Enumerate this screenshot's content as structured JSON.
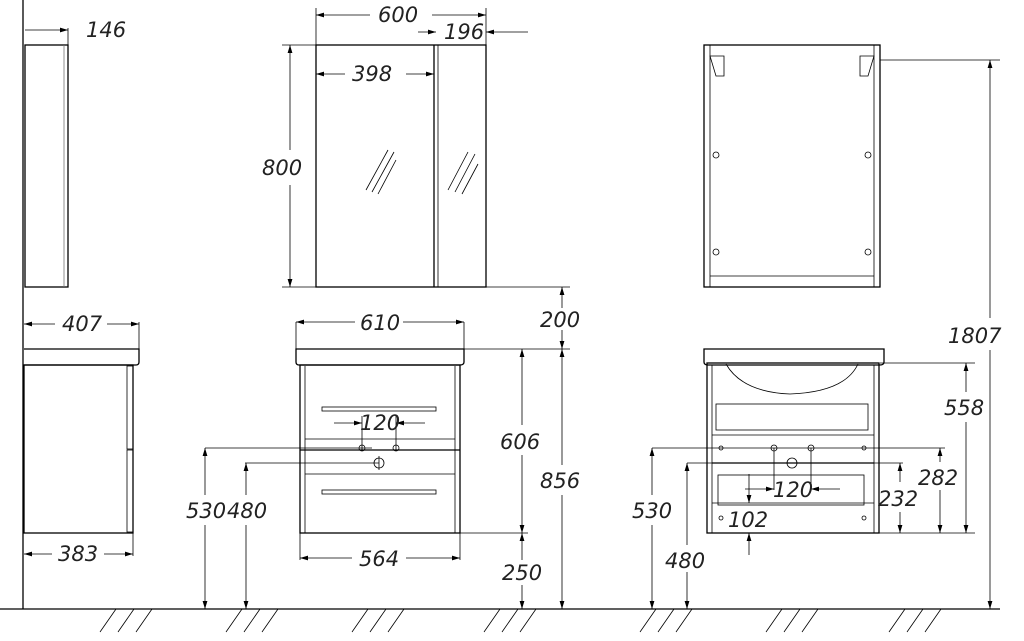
{
  "dimensions": {
    "mirror_depth": "146",
    "mirror_width": "600",
    "mirror_side_door": "196",
    "mirror_main_door": "398",
    "mirror_height": "800",
    "gap_above_basin": "200",
    "basin_depth": "407",
    "basin_width": "610",
    "cabinet_height": "606",
    "total_unit_height": "856",
    "overall_height": "1807",
    "rear_cabinet_height": "558",
    "tap_hole_spacing_front": "120",
    "water_inlet_height_front": "530",
    "drain_height_front": "480",
    "cabinet_depth": "383",
    "cabinet_width": "564",
    "floor_clearance": "250",
    "inlet_from_bottom": "282",
    "drain_from_bottom": "232",
    "rear_offset": "102",
    "tap_hole_spacing_rear": "120",
    "water_inlet_height_rear": "530",
    "drain_height_rear": "480"
  }
}
